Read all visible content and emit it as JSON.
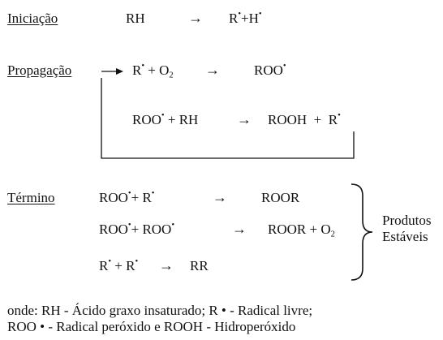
{
  "iniciacao": {
    "label": "Iniciação",
    "reactant": "RH",
    "arrow": "→",
    "p1": "R",
    "plus": "+",
    "p2": "H",
    "dot": "•"
  },
  "propagacao": {
    "label": "Propagação",
    "r1": {
      "a": "R",
      "plus": "+",
      "b": "O",
      "b_sub": "2",
      "arrow": "→",
      "product": "ROO"
    },
    "r2": {
      "a": "ROO",
      "plus": "+",
      "b": "RH",
      "arrow": "→",
      "p1": "ROOH",
      "plus2": "+",
      "p2": "R"
    }
  },
  "termino": {
    "label": "Término",
    "r1": {
      "a": "ROO",
      "plus": "+",
      "b": "R",
      "arrow": "→",
      "product": "ROOR"
    },
    "r2": {
      "a": "ROO",
      "plus": "+",
      "b": "ROO",
      "arrow": "→",
      "product": "ROOR",
      "plus2": "+",
      "c": "O",
      "c_sub": "2"
    },
    "r3": {
      "a": "R",
      "plus": "+",
      "b": "R",
      "arrow": "→",
      "product": "RR"
    },
    "products_line1": "Produtos",
    "products_line2": "Estáveis"
  },
  "legend": {
    "line1": "onde: RH - Ácido graxo insaturado; R • - Radical livre;",
    "line2": "ROO • - Radical peróxido e ROOH - Hidroperóxido"
  }
}
